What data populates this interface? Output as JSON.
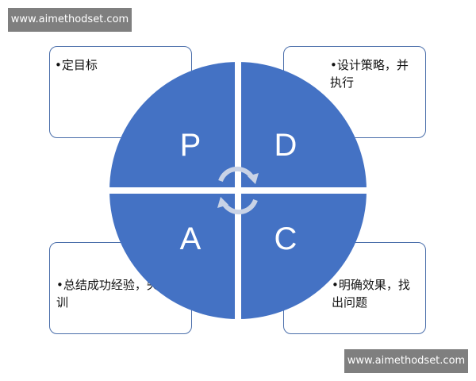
{
  "watermarks": [
    "www.aimethodset.com",
    "www.aimethodset.com"
  ],
  "quadrants": [
    {
      "letter": "P",
      "text": "•定目标"
    },
    {
      "letter": "D",
      "text": "•设计策略，并执行"
    },
    {
      "letter": "A",
      "text": "•总结成功经验，失败教训"
    },
    {
      "letter": "C",
      "text": "•明确效果，找出问题"
    }
  ],
  "colors": {
    "circle": "#4472c4",
    "border": "#4a6eaa"
  }
}
